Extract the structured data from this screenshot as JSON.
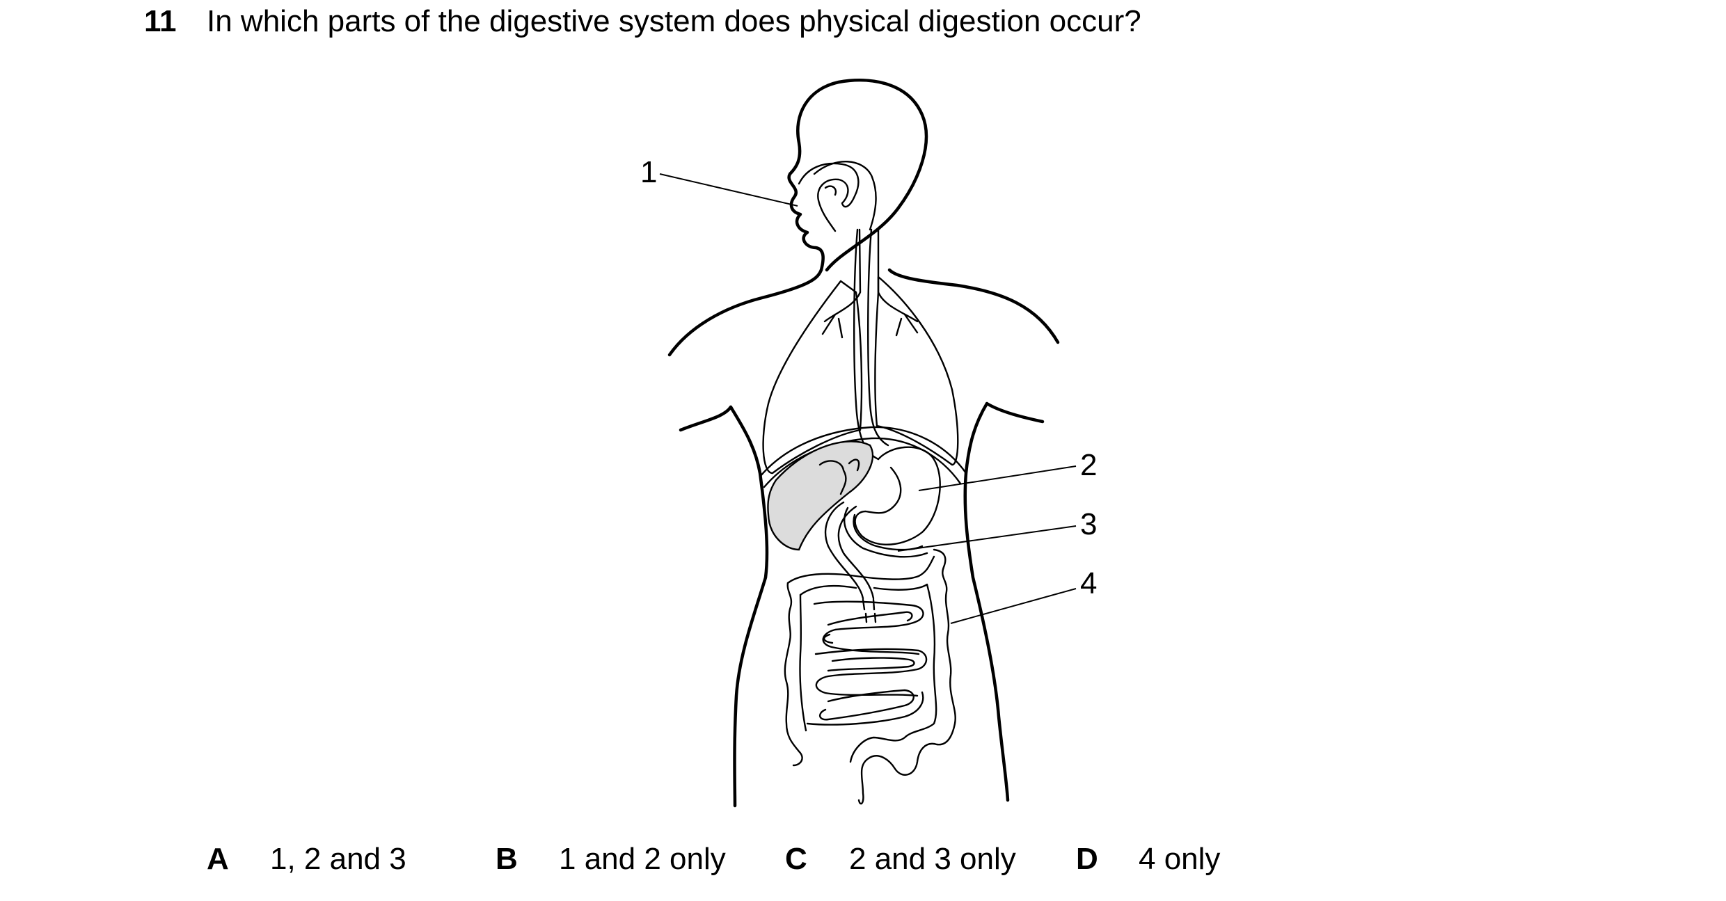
{
  "question": {
    "number": "11",
    "text": "In which parts of the digestive system does physical digestion occur?"
  },
  "diagram": {
    "labels": [
      "1",
      "2",
      "3",
      "4"
    ]
  },
  "options": [
    {
      "letter": "A",
      "text": "1, 2 and 3"
    },
    {
      "letter": "B",
      "text": "1 and 2 only"
    },
    {
      "letter": "C",
      "text": "2 and 3 only"
    },
    {
      "letter": "D",
      "text": "4 only"
    }
  ]
}
